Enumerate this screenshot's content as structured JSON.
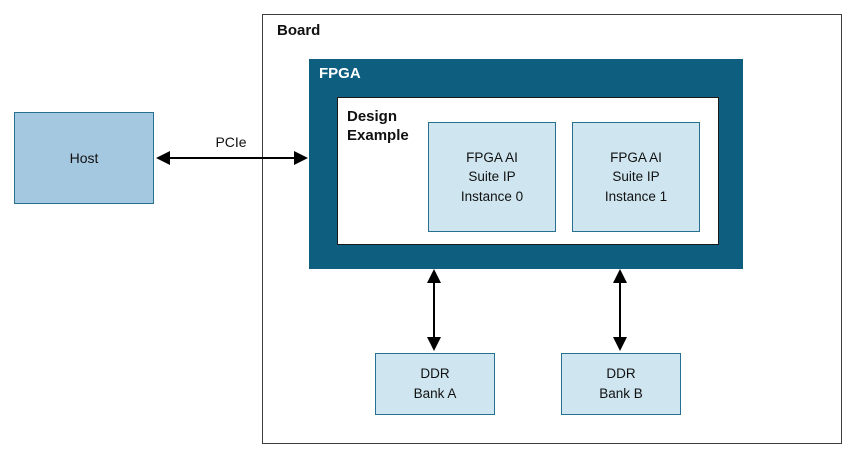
{
  "diagram": {
    "board": {
      "label": "Board"
    },
    "fpga": {
      "label": "FPGA"
    },
    "design_example": {
      "label": "Design\nExample"
    },
    "host": {
      "label": "Host"
    },
    "pcie": {
      "label": "PCIe"
    },
    "instances": [
      {
        "label": "FPGA AI\nSuite IP\nInstance 0"
      },
      {
        "label": "FPGA AI\nSuite IP\nInstance 1"
      }
    ],
    "ddr_banks": [
      {
        "label": "DDR\nBank A"
      },
      {
        "label": "DDR\nBank B"
      }
    ],
    "colors": {
      "fpga_fill": "#0d5e7f",
      "light_box_fill": "#cfe6f1",
      "host_fill": "#a5c8e1",
      "box_border": "#27708f",
      "arrow": "#000000"
    }
  }
}
